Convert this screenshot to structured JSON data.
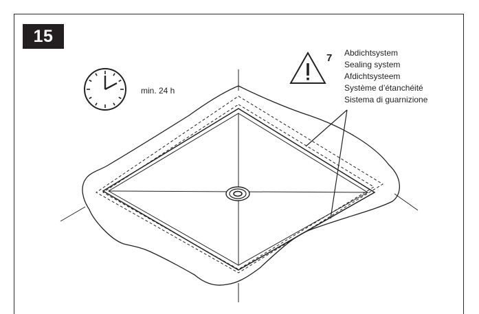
{
  "step": {
    "number": "15"
  },
  "cure_time": {
    "icon": "clock-icon",
    "label": "min. 24 h"
  },
  "warning": {
    "icon": "warning-triangle-icon",
    "note_number": "7",
    "labels": [
      "Abdichtsystem",
      "Sealing system",
      "Afdichtsysteem",
      "Système d’étanchéité",
      "Sistema di guarnizione"
    ]
  }
}
